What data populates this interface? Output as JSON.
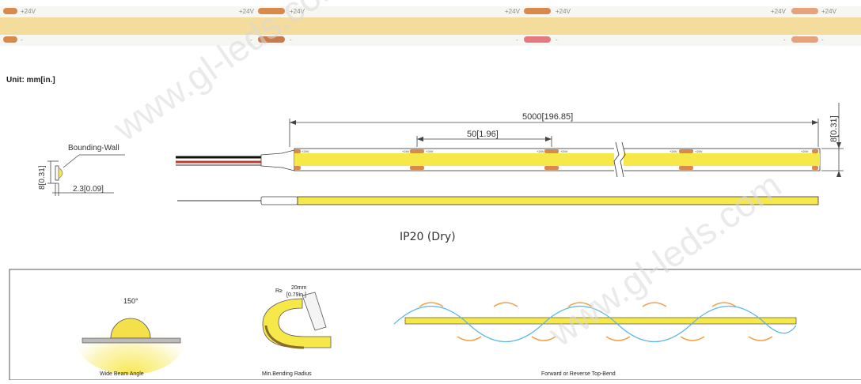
{
  "top_strip": {
    "label_plus": "+24V",
    "label_minus": "-"
  },
  "unit_label": "Unit: mm[in.]",
  "side_view": {
    "wall_label": "Bounding-Wall",
    "height_dim": "8[0.31]",
    "thickness_dim": "2.3[0.09]"
  },
  "front_view": {
    "length_dim": "5000[196.85]",
    "cut_dim": "50[1.96]",
    "width_dim": "8[0.31]",
    "pad_label": "+24V"
  },
  "rating": "IP20 (Dry)",
  "features": {
    "beam_angle_value": "150°",
    "beam_angle_caption": "Wide Beam Angle",
    "bend_radius_value_mm": "20mm",
    "bend_radius_value_in": "[0.79in.]",
    "bend_radius_prefix": "R≥",
    "bend_radius_caption": "Min.Bending Radius",
    "top_bend_caption": "Forward or Reverse Top-Bend"
  },
  "watermark": {
    "text_1": "www.gl-leds.com",
    "text_2": "www.gl-leds.com"
  },
  "colors": {
    "led_yellow": "#f7e84a",
    "strip_cream": "#f3dc9c",
    "pad_orange": "#d98a4a",
    "wire_red": "#c0392b",
    "wave_blue": "#5bb5e6",
    "arrow_orange": "#f0a048"
  }
}
